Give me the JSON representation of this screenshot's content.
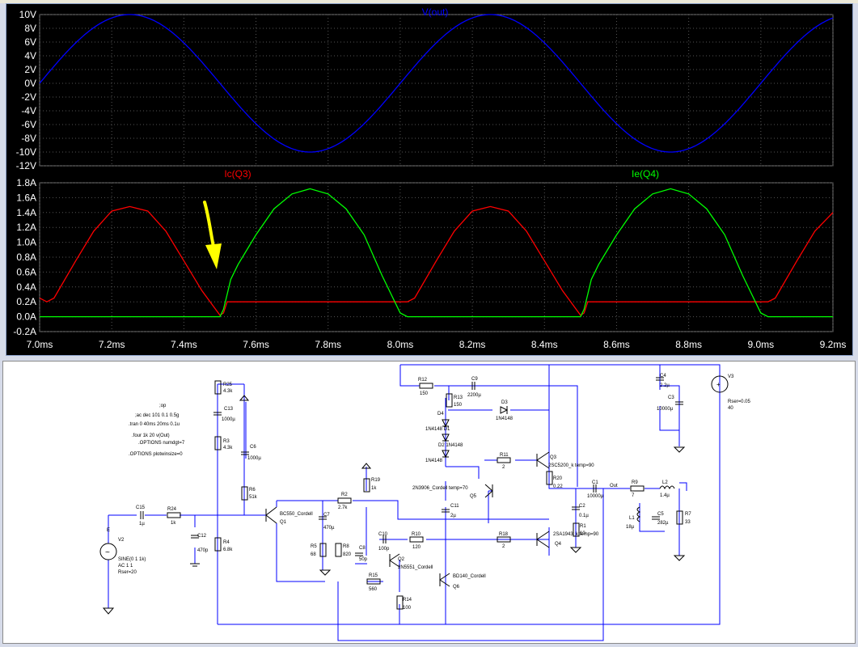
{
  "waveform": {
    "top_trace": "V(out)",
    "bottom_trace_left": "Ic(Q3)",
    "bottom_trace_right": "Ie(Q4)",
    "top_ticks": [
      "10V",
      "8V",
      "6V",
      "4V",
      "2V",
      "0V",
      "-2V",
      "-4V",
      "-6V",
      "-8V",
      "-10V",
      "-12V"
    ],
    "bottom_ticks": [
      "1.8A",
      "1.6A",
      "1.4A",
      "1.2A",
      "1.0A",
      "0.8A",
      "0.6A",
      "0.4A",
      "0.2A",
      "0.0A",
      "-0.2A"
    ],
    "x_ticks": [
      "7.0ms",
      "7.2ms",
      "7.4ms",
      "7.6ms",
      "7.8ms",
      "8.0ms",
      "8.2ms",
      "8.4ms",
      "8.6ms",
      "8.8ms",
      "9.0ms",
      "9.2ms"
    ],
    "colors": {
      "vout": "#0000ff",
      "ic_q3": "#ff0000",
      "ie_q4": "#00ff00",
      "grid": "#555555",
      "annotation": "#ffff00",
      "tick": "#ffffff"
    },
    "annotation_icon": "yellow-arrow-icon"
  },
  "chart_data": [
    {
      "type": "line",
      "title": "V(out)",
      "x": [
        7.0,
        7.1,
        7.2,
        7.25,
        7.3,
        7.4,
        7.5,
        7.6,
        7.7,
        7.75,
        7.8,
        7.9,
        8.0,
        8.1,
        8.2,
        8.25,
        8.3,
        8.4,
        8.5,
        8.6,
        8.7,
        8.75,
        8.8,
        8.9,
        9.0,
        9.1,
        9.2
      ],
      "series": [
        {
          "name": "V(out)",
          "values": [
            0,
            5.9,
            9.5,
            10,
            9.5,
            5.9,
            0,
            -5.9,
            -9.5,
            -10,
            -9.5,
            -5.9,
            0,
            5.9,
            9.5,
            10,
            9.5,
            5.9,
            0,
            -5.9,
            -9.5,
            -10,
            -9.5,
            -5.9,
            0,
            5.9,
            9.5
          ]
        }
      ],
      "xlim": [
        7.0,
        9.2
      ],
      "ylim": [
        -12,
        10
      ]
    },
    {
      "type": "line",
      "x": [
        7.0,
        7.02,
        7.04,
        7.1,
        7.15,
        7.2,
        7.25,
        7.3,
        7.35,
        7.4,
        7.45,
        7.5,
        7.51,
        7.52,
        7.53,
        7.55,
        7.6,
        7.65,
        7.7,
        7.75,
        7.8,
        7.85,
        7.9,
        7.95,
        8.0,
        8.02,
        8.04,
        8.1,
        8.15,
        8.2,
        8.25,
        8.3,
        8.35,
        8.4,
        8.45,
        8.5,
        8.51,
        8.52,
        8.53,
        8.55,
        8.6,
        8.65,
        8.7,
        8.75,
        8.8,
        8.85,
        8.9,
        8.95,
        9.0,
        9.02,
        9.04,
        9.1,
        9.15,
        9.2
      ],
      "series": [
        {
          "name": "Ic(Q3)",
          "values": [
            0.25,
            0.2,
            0.25,
            0.75,
            1.15,
            1.42,
            1.48,
            1.42,
            1.15,
            0.75,
            0.35,
            0.02,
            0.05,
            0.2,
            0.2,
            0.2,
            0.2,
            0.2,
            0.2,
            0.2,
            0.2,
            0.2,
            0.2,
            0.2,
            0.2,
            0.2,
            0.25,
            0.75,
            1.15,
            1.42,
            1.48,
            1.42,
            1.15,
            0.75,
            0.35,
            0.02,
            0.05,
            0.2,
            0.2,
            0.2,
            0.2,
            0.2,
            0.2,
            0.2,
            0.2,
            0.2,
            0.2,
            0.2,
            0.2,
            0.2,
            0.25,
            0.75,
            1.15,
            1.4
          ]
        },
        {
          "name": "Ie(Q4)",
          "values": [
            0.0,
            0.0,
            0.0,
            0.0,
            0.0,
            0.0,
            0.0,
            0.0,
            0.0,
            0.0,
            0.0,
            0.0,
            0.1,
            0.3,
            0.5,
            0.7,
            1.1,
            1.45,
            1.65,
            1.72,
            1.65,
            1.45,
            1.1,
            0.55,
            0.05,
            0.0,
            0.0,
            0.0,
            0.0,
            0.0,
            0.0,
            0.0,
            0.0,
            0.0,
            0.0,
            0.0,
            0.1,
            0.3,
            0.5,
            0.7,
            1.1,
            1.45,
            1.65,
            1.72,
            1.65,
            1.45,
            1.1,
            0.55,
            0.05,
            0.0,
            0.0,
            0.0,
            0.0,
            0.0
          ]
        }
      ],
      "xlim": [
        7.0,
        9.2
      ],
      "ylim": [
        -0.2,
        1.8
      ]
    }
  ],
  "schematic": {
    "directives": [
      ";op",
      ";ac dec 101 0.1 0.5g",
      ".tran 0 40ms 20ms 0.1u",
      ".four 1k 20 v(Out)",
      ".OPTIONS numdgt=7",
      ".OPTIONS plotwinsize=0"
    ],
    "parts": {
      "R25": [
        "R25",
        "4.3k"
      ],
      "C13": [
        "C13",
        "1000µ"
      ],
      "R3": [
        "R3",
        "4.3k"
      ],
      "C6": [
        "C6",
        "1000µ"
      ],
      "R6": [
        "R6",
        "51k"
      ],
      "R4": [
        "R4",
        "6.8k"
      ],
      "C15": [
        "C15",
        "1µ"
      ],
      "R24": [
        "R24",
        "1k"
      ],
      "C12": [
        "C12",
        "470p"
      ],
      "V2": [
        "V2",
        "SINE(0 1 1k)"
      ],
      "V2ac": "AC 1 1",
      "V2rs": "Rser=20",
      "Q1": [
        "BC550_Cordell",
        "Q1"
      ],
      "C7": [
        "C7",
        "470µ"
      ],
      "R5": [
        "R5",
        "68"
      ],
      "R8": [
        "R8",
        "820"
      ],
      "R2": [
        "R2",
        "2.7k"
      ],
      "R19": [
        "R19",
        "1k"
      ],
      "C8": [
        "C8",
        "50p"
      ],
      "C10": [
        "C10",
        "100p"
      ],
      "R10": [
        "R10",
        "120"
      ],
      "R15": [
        "R15",
        "560"
      ],
      "Q2": [
        "Q2",
        "2N5551_Cordell"
      ],
      "R14": [
        "R14",
        "100"
      ],
      "Q6": [
        "BD140_Cordell",
        "Q6"
      ],
      "C11": [
        "C11",
        "2µ"
      ],
      "Q5": [
        "2N3906_Cordell temp=70",
        "Q5"
      ],
      "R12": [
        "R12",
        "150"
      ],
      "C9": [
        "C9",
        "2200µ"
      ],
      "R13": [
        "R13",
        "150"
      ],
      "D4": "D4",
      "D3": [
        "D3",
        "1N4148"
      ],
      "D1": [
        "1N4148 D1"
      ],
      "D2": [
        "D2 1N4148"
      ],
      "D2b": "1N4148",
      "R11": [
        "R11",
        "2"
      ],
      "Q3": [
        "Q3",
        "2SC5200_k temp=90"
      ],
      "R20": [
        "R20",
        "0.22"
      ],
      "C2": [
        "C2",
        "0.1µ"
      ],
      "R1": [
        "R1",
        "10"
      ],
      "R18": [
        "R18",
        "2"
      ],
      "Q4": [
        "2SA1943_k temp=90",
        "Q4"
      ],
      "C1": [
        "C1",
        "10000µ"
      ],
      "Out": "Out",
      "R9": [
        "R9",
        "7"
      ],
      "L2": [
        "L2",
        "1.4µ"
      ],
      "L1": [
        "L1",
        "18µ"
      ],
      "C5": [
        "C5",
        "282µ"
      ],
      "R7": [
        "R7",
        "33"
      ],
      "C4": [
        "C4",
        "2.2µ"
      ],
      "C3": [
        "C3",
        "10000µ"
      ],
      "V3": [
        "V3",
        "Rser=0.05",
        "40"
      ],
      "E": "E"
    }
  }
}
